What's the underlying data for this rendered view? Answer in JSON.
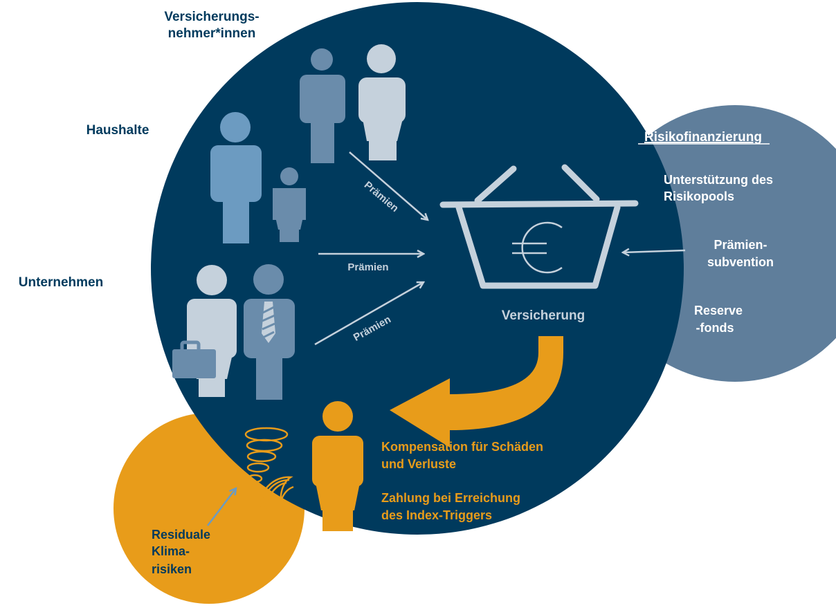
{
  "labels": {
    "policyholders_line1": "Versicherungs-",
    "policyholders_line2": "nehmer*innen",
    "households": "Haushalte",
    "companies": "Unternehmen",
    "premium_1": "Prämien",
    "premium_2": "Prämien",
    "premium_3": "Prämien",
    "insurance": "Versicherung",
    "risk_financing": "Risikofinanzierung",
    "support_line1": "Unterstützung des",
    "support_line2": "Risikopools",
    "subsidy_line1": "Prämien-",
    "subsidy_line2": "subvention",
    "reserve_line1": "Reserve",
    "reserve_line2": "-fonds",
    "compensation_line1": "Kompensation für Schäden",
    "compensation_line2": "und Verluste",
    "index_line1": "Zahlung bei Erreichung",
    "index_line2": "des Index-Triggers",
    "residual_line1": "Residuale",
    "residual_line2": "Klima-",
    "residual_line3": "risiken"
  },
  "icons": {
    "currency": "euro-icon",
    "basket": "basket-icon",
    "hazard_1": "tornado-icon",
    "hazard_2": "wave-icon",
    "briefcase": "briefcase-icon"
  },
  "colors": {
    "navy": "#003A5D",
    "slate": "#5F7E9B",
    "orange": "#E89C1A",
    "person_mid": "#6A8CAB",
    "person_light": "#C5D1DC",
    "person_blue": "#6C9BC1",
    "white": "#FFFFFF"
  }
}
